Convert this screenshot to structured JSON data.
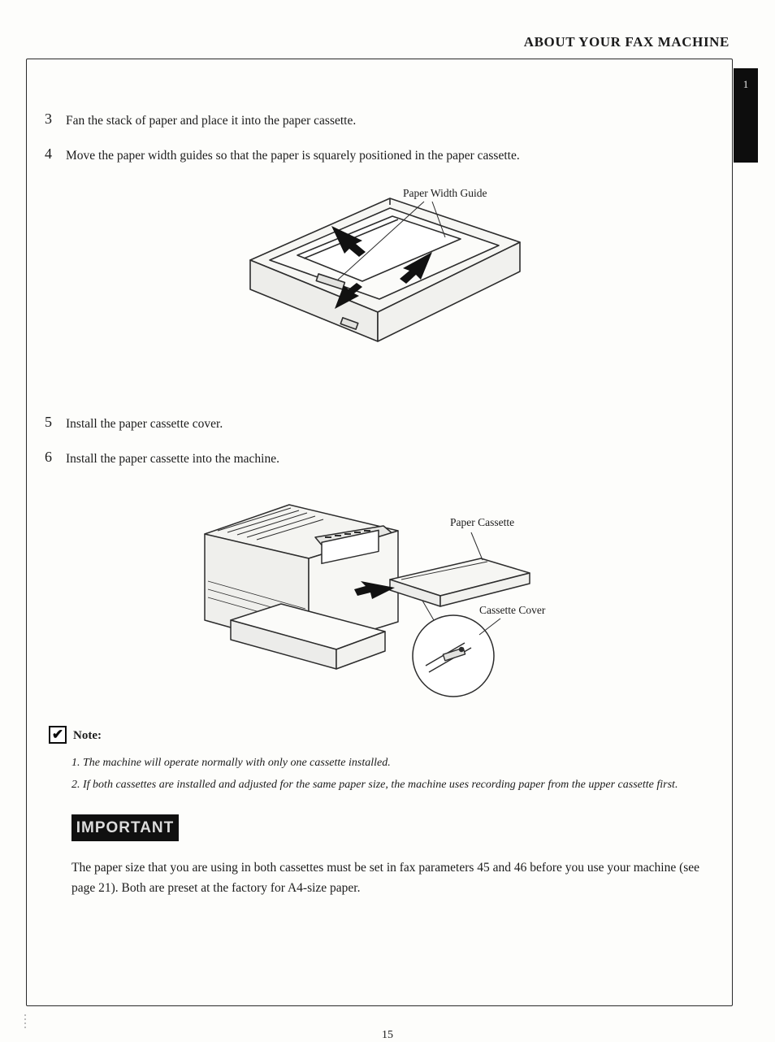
{
  "page": {
    "header": "ABOUT YOUR FAX MACHINE",
    "tab_label": "1",
    "page_number": "15"
  },
  "steps": [
    {
      "num": "3",
      "text": "Fan the stack of paper and place it into the paper cassette."
    },
    {
      "num": "4",
      "text": "Move the paper width guides so that the paper is squarely positioned in the paper cassette."
    },
    {
      "num": "5",
      "text": "Install the paper cassette cover."
    },
    {
      "num": "6",
      "text": "Install the paper cassette into the machine."
    }
  ],
  "figures": {
    "cassette_tray": {
      "label": "Paper Width Guide"
    },
    "machine": {
      "label_cassette": "Paper Cassette",
      "label_cover": "Cassette Cover"
    }
  },
  "note": {
    "title": "Note:",
    "check_icon": "checkmark-icon",
    "items": [
      "1. The machine will operate normally with only one cassette installed.",
      "2. If both cassettes are installed and adjusted for the same paper size, the machine uses recording paper from the upper cassette first."
    ]
  },
  "important": {
    "label": "IMPORTANT",
    "text": "The paper size that you are using in both cassettes must be set in fax parameters 45 and 46 before you use your machine (see page 21).  Both are preset at the factory for A4-size paper."
  }
}
